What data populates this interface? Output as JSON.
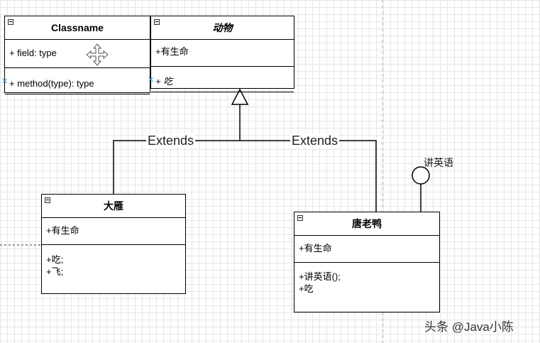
{
  "classes": {
    "classname": {
      "title": "Classname",
      "attributes": [
        "+ field: type"
      ],
      "methods": [
        "+ method(type): type"
      ]
    },
    "animal": {
      "title": "动物",
      "attributes": [
        "+有生命"
      ],
      "methods": [
        "+ 吃"
      ]
    },
    "wild_goose": {
      "title": "大雁",
      "attributes": [
        "+有生命"
      ],
      "methods": [
        "+吃;",
        "+飞;"
      ]
    },
    "donald_duck": {
      "title": "唐老鸭",
      "attributes": [
        "+有生命"
      ],
      "methods": [
        "+讲英语();",
        "+吃"
      ]
    }
  },
  "edges": {
    "extends_left": "Extends",
    "extends_right": "Extends"
  },
  "interface": {
    "label": "讲英语"
  },
  "watermark": "头条 @Java小陈",
  "icons": {
    "collapse": "minus-box-icon",
    "move": "move-arrows-icon",
    "connector": "x-connector-icon"
  },
  "colors": {
    "border": "#000000",
    "grid": "#e6e6e6",
    "connector": "#29a3d8"
  }
}
